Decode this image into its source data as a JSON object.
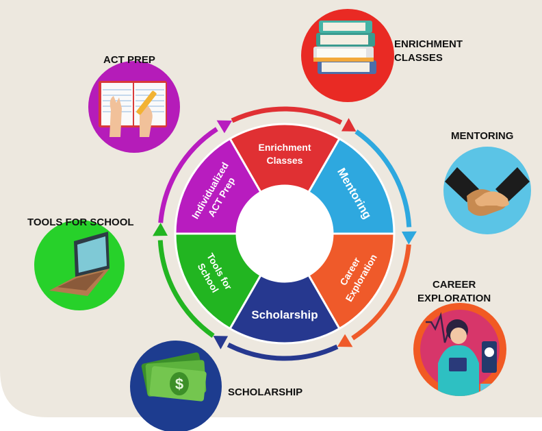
{
  "wheel": {
    "segments": [
      {
        "line1": "Enrichment",
        "line2": "Classes",
        "color": "#e03033"
      },
      {
        "line1": "Mentoring",
        "line2": "",
        "color": "#2ea8df"
      },
      {
        "line1": "Career",
        "line2": "Exploration",
        "color": "#ef5a2a"
      },
      {
        "line1": "Scholarship",
        "line2": "",
        "color": "#26388f"
      },
      {
        "line1": "Tools for",
        "line2": "School",
        "color": "#22b521"
      },
      {
        "line1": "Individualized",
        "line2": "ACT Prep",
        "color": "#b81cbf"
      }
    ]
  },
  "callouts": {
    "enrichment": {
      "line1": "ENRICHMENT",
      "line2": "CLASSES",
      "icon": "books-icon",
      "color": "#e92a24"
    },
    "mentoring": {
      "line1": "MENTORING",
      "icon": "handshake-icon",
      "color": "#5bc4e6"
    },
    "career": {
      "line1": "CAREER",
      "line2": "EXPLORATION",
      "icon": "nurse-icon",
      "color": "#f15a24"
    },
    "scholarship": {
      "line1": "SCHOLARSHIP",
      "icon": "money-icon",
      "color": "#1d3c8f"
    },
    "tools": {
      "line1": "TOOLS FOR SCHOOL",
      "icon": "laptop-icon",
      "color": "#27d12a"
    },
    "act": {
      "line1": "ACT PREP",
      "icon": "notebook-icon",
      "color": "#b51cb9"
    }
  },
  "colors": {
    "background": "#ede8df",
    "white": "#ffffff"
  }
}
